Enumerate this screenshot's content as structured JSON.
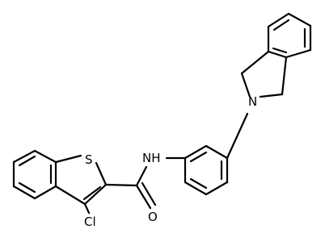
{
  "molecule": {
    "atoms": {
      "sulfur": "S",
      "amide_n": "NH",
      "amide_o": "O",
      "chlorine": "Cl",
      "isoindoline_n": "N"
    },
    "colors": {
      "bond": "#000000",
      "label": "#000000",
      "background": "#ffffff"
    }
  }
}
